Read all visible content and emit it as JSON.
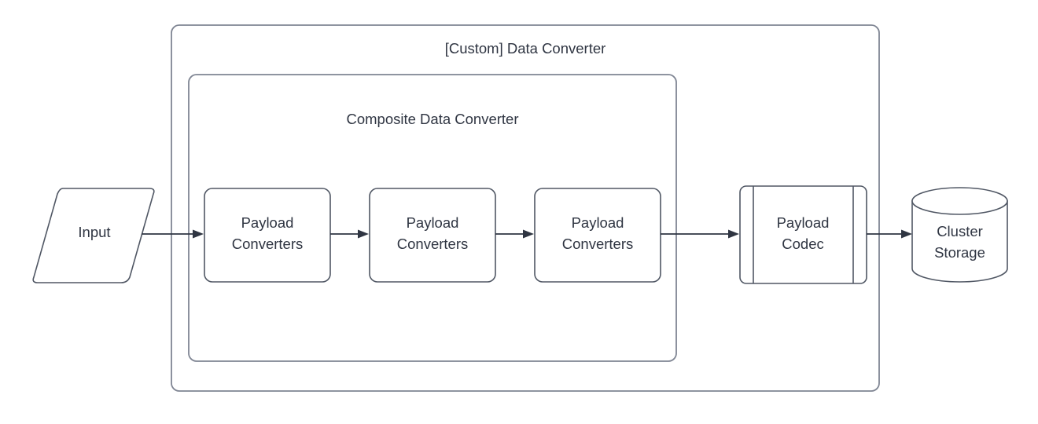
{
  "diagram": {
    "type": "flowchart",
    "title": "Data Converter pipeline",
    "background_color": "#ffffff",
    "stroke_color": "#505764",
    "container_stroke_color": "#7f8593",
    "text_color": "#2f3542",
    "containers": [
      {
        "id": "custom-data-converter",
        "label": "[Custom] Data Converter",
        "shape": "rounded-rect"
      },
      {
        "id": "composite-data-converter",
        "label": "Composite Data Converter",
        "shape": "rounded-rect"
      }
    ],
    "nodes": [
      {
        "id": "input",
        "shape": "parallelogram",
        "label_line1": "Input",
        "label_line2": ""
      },
      {
        "id": "payload-converters-1",
        "shape": "rounded-rect",
        "label_line1": "Payload",
        "label_line2": "Converters"
      },
      {
        "id": "payload-converters-2",
        "shape": "rounded-rect",
        "label_line1": "Payload",
        "label_line2": "Converters"
      },
      {
        "id": "payload-converters-3",
        "shape": "rounded-rect",
        "label_line1": "Payload",
        "label_line2": "Converters"
      },
      {
        "id": "payload-codec",
        "shape": "process",
        "label_line1": "Payload",
        "label_line2": "Codec"
      },
      {
        "id": "cluster-storage",
        "shape": "cylinder",
        "label_line1": "Cluster",
        "label_line2": "Storage"
      }
    ],
    "edges": [
      {
        "id": "edge-input-to-pc1",
        "from": "input",
        "to": "payload-converters-1",
        "arrow": "single"
      },
      {
        "id": "edge-pc1-to-pc2",
        "from": "payload-converters-1",
        "to": "payload-converters-2",
        "arrow": "single"
      },
      {
        "id": "edge-pc2-to-pc3",
        "from": "payload-converters-2",
        "to": "payload-converters-3",
        "arrow": "single"
      },
      {
        "id": "edge-pc3-to-codec",
        "from": "payload-converters-3",
        "to": "payload-codec",
        "arrow": "single"
      },
      {
        "id": "edge-codec-to-storage",
        "from": "payload-codec",
        "to": "cluster-storage",
        "arrow": "single"
      }
    ]
  }
}
